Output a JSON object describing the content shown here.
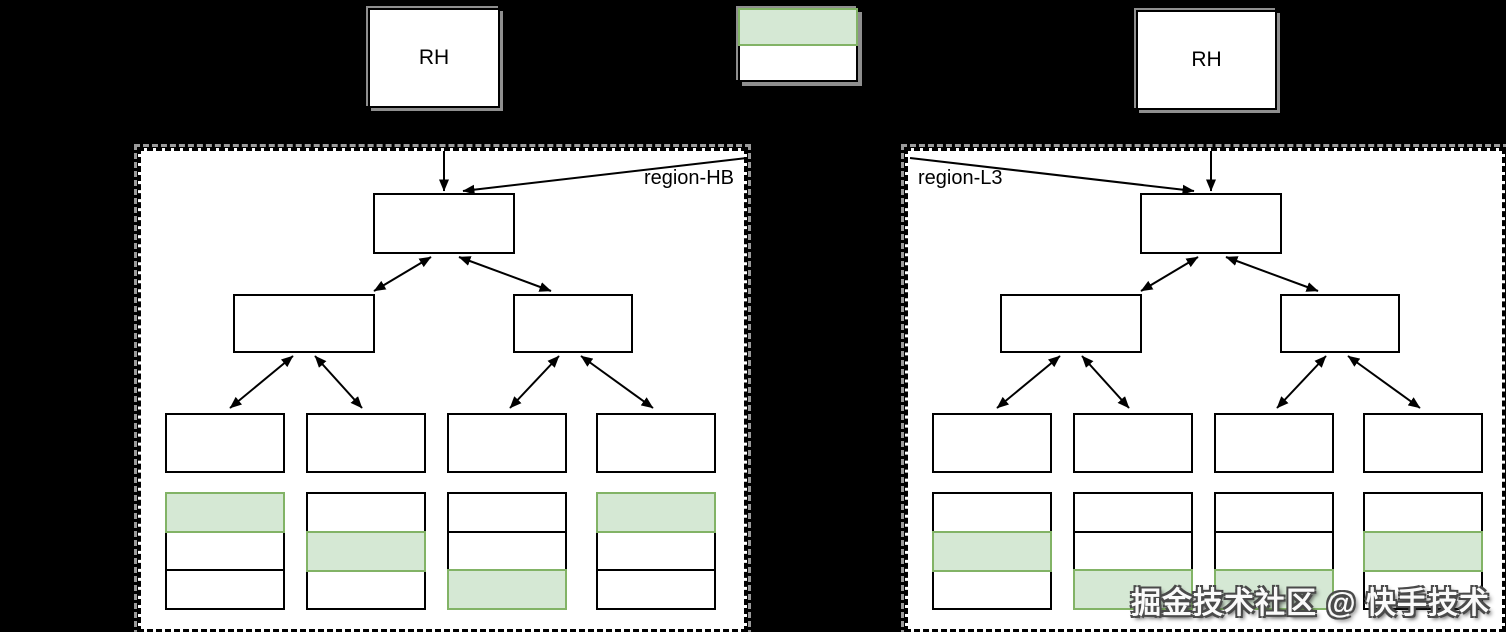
{
  "top": {
    "rh_left": "RH",
    "rh_right": "RH"
  },
  "legend": {
    "cells": [
      "green",
      "white"
    ]
  },
  "regions": [
    {
      "label": "region-HB",
      "stacks": [
        [
          "green",
          "white",
          "white"
        ],
        [
          "white",
          "green",
          "white"
        ],
        [
          "white",
          "white",
          "green"
        ],
        [
          "green",
          "white",
          "white"
        ]
      ]
    },
    {
      "label": "region-L3",
      "stacks": [
        [
          "white",
          "green",
          "white"
        ],
        [
          "white",
          "white",
          "green"
        ],
        [
          "white",
          "white",
          "green"
        ],
        [
          "white",
          "green",
          "white"
        ]
      ]
    }
  ],
  "watermark": {
    "text": "掘金技术社区 @ 快手技术"
  },
  "colors": {
    "canvas_bg": "#000000",
    "region_bg": "#ffffff",
    "line": "#000000",
    "green_fill": "#d5e8d4",
    "green_border": "#82b366",
    "shadow": "#8f8f8f"
  }
}
